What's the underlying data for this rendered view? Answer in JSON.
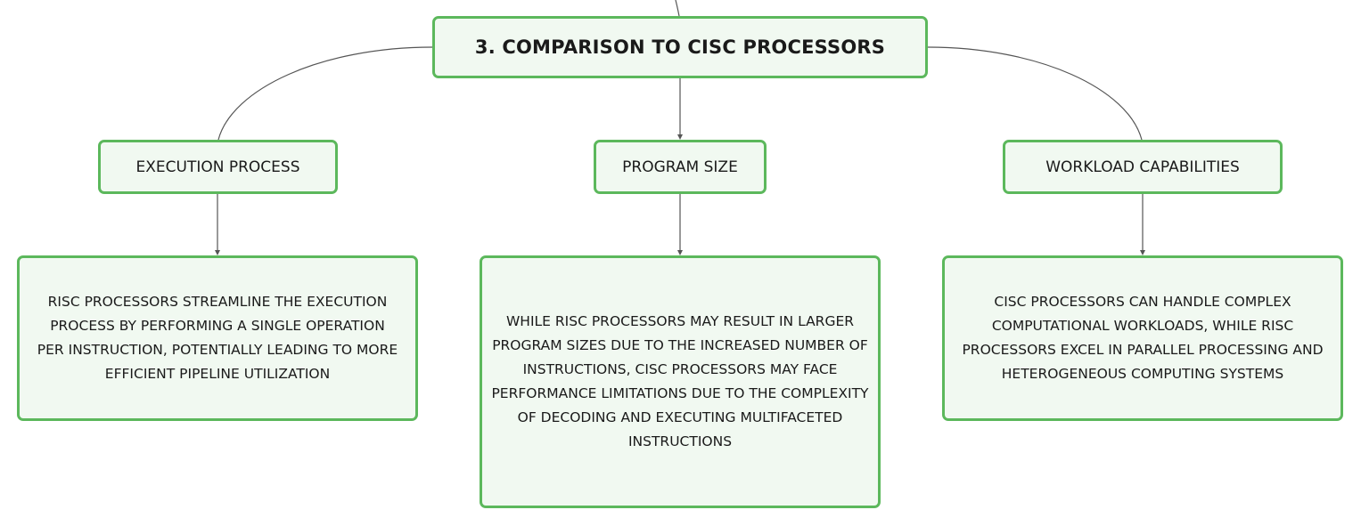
{
  "root": {
    "title": "3. COMPARISON TO CISC PROCESSORS"
  },
  "branches": [
    {
      "label": "EXECUTION PROCESS",
      "detail": "RISC PROCESSORS STREAMLINE THE EXECUTION PROCESS BY PERFORMING A SINGLE OPERATION PER INSTRUCTION, POTENTIALLY LEADING TO MORE EFFICIENT PIPELINE UTILIZATION"
    },
    {
      "label": "PROGRAM SIZE",
      "detail": "WHILE RISC PROCESSORS MAY RESULT IN LARGER PROGRAM SIZES DUE TO THE INCREASED NUMBER OF INSTRUCTIONS, CISC PROCESSORS MAY FACE PERFORMANCE LIMITATIONS DUE TO THE COMPLEXITY OF DECODING AND EXECUTING MULTIFACETED INSTRUCTIONS"
    },
    {
      "label": "WORKLOAD CAPABILITIES",
      "detail": "CISC PROCESSORS CAN HANDLE COMPLEX COMPUTATIONAL WORKLOADS, WHILE RISC PROCESSORS EXCEL IN PARALLEL PROCESSING AND HETEROGENEOUS COMPUTING SYSTEMS"
    }
  ],
  "colors": {
    "node_border": "#5cb85c",
    "node_fill": "#f1f9f1",
    "connector": "#555555"
  }
}
